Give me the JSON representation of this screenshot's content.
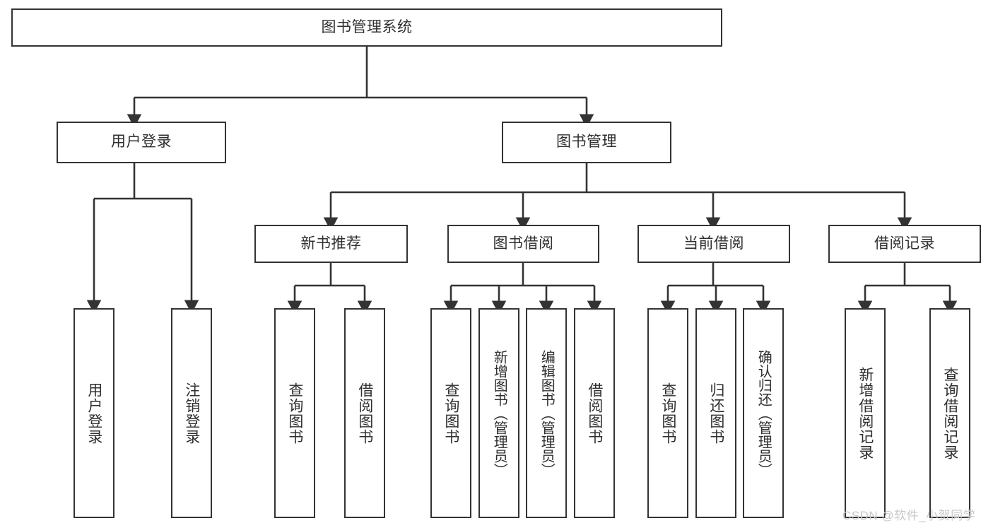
{
  "diagram": {
    "title": "图书管理系统",
    "type": "hierarchy-tree",
    "colors": {
      "background": "#ffffff",
      "node_fill": "#ffffff",
      "node_stroke": "#333333",
      "text": "#2f2f2f",
      "connector": "#333333",
      "watermark": "#c8c8c8"
    },
    "root": {
      "label": "图书管理系统"
    },
    "level2": [
      {
        "label": "用户登录"
      },
      {
        "label": "图书管理"
      }
    ],
    "level3": [
      {
        "label": "新书推荐"
      },
      {
        "label": "图书借阅"
      },
      {
        "label": "当前借阅"
      },
      {
        "label": "借阅记录"
      }
    ],
    "leaves": {
      "user_login": [
        {
          "label": "用户登录"
        },
        {
          "label": "注销登录"
        }
      ],
      "new_book_recommend": [
        {
          "label": "查询图书"
        },
        {
          "label": "借阅图书"
        }
      ],
      "book_borrow": [
        {
          "label": "查询图书"
        },
        {
          "label": "新增图书（管理员）"
        },
        {
          "label": "编辑图书（管理员）"
        },
        {
          "label": "借阅图书"
        }
      ],
      "current_borrow": [
        {
          "label": "查询图书"
        },
        {
          "label": "归还图书"
        },
        {
          "label": "确认归还（管理员）"
        }
      ],
      "borrow_record": [
        {
          "label": "新增借阅记录"
        },
        {
          "label": "查询借阅记录"
        }
      ]
    }
  },
  "watermark": {
    "text": "CSDN @软件_小贺同学"
  }
}
